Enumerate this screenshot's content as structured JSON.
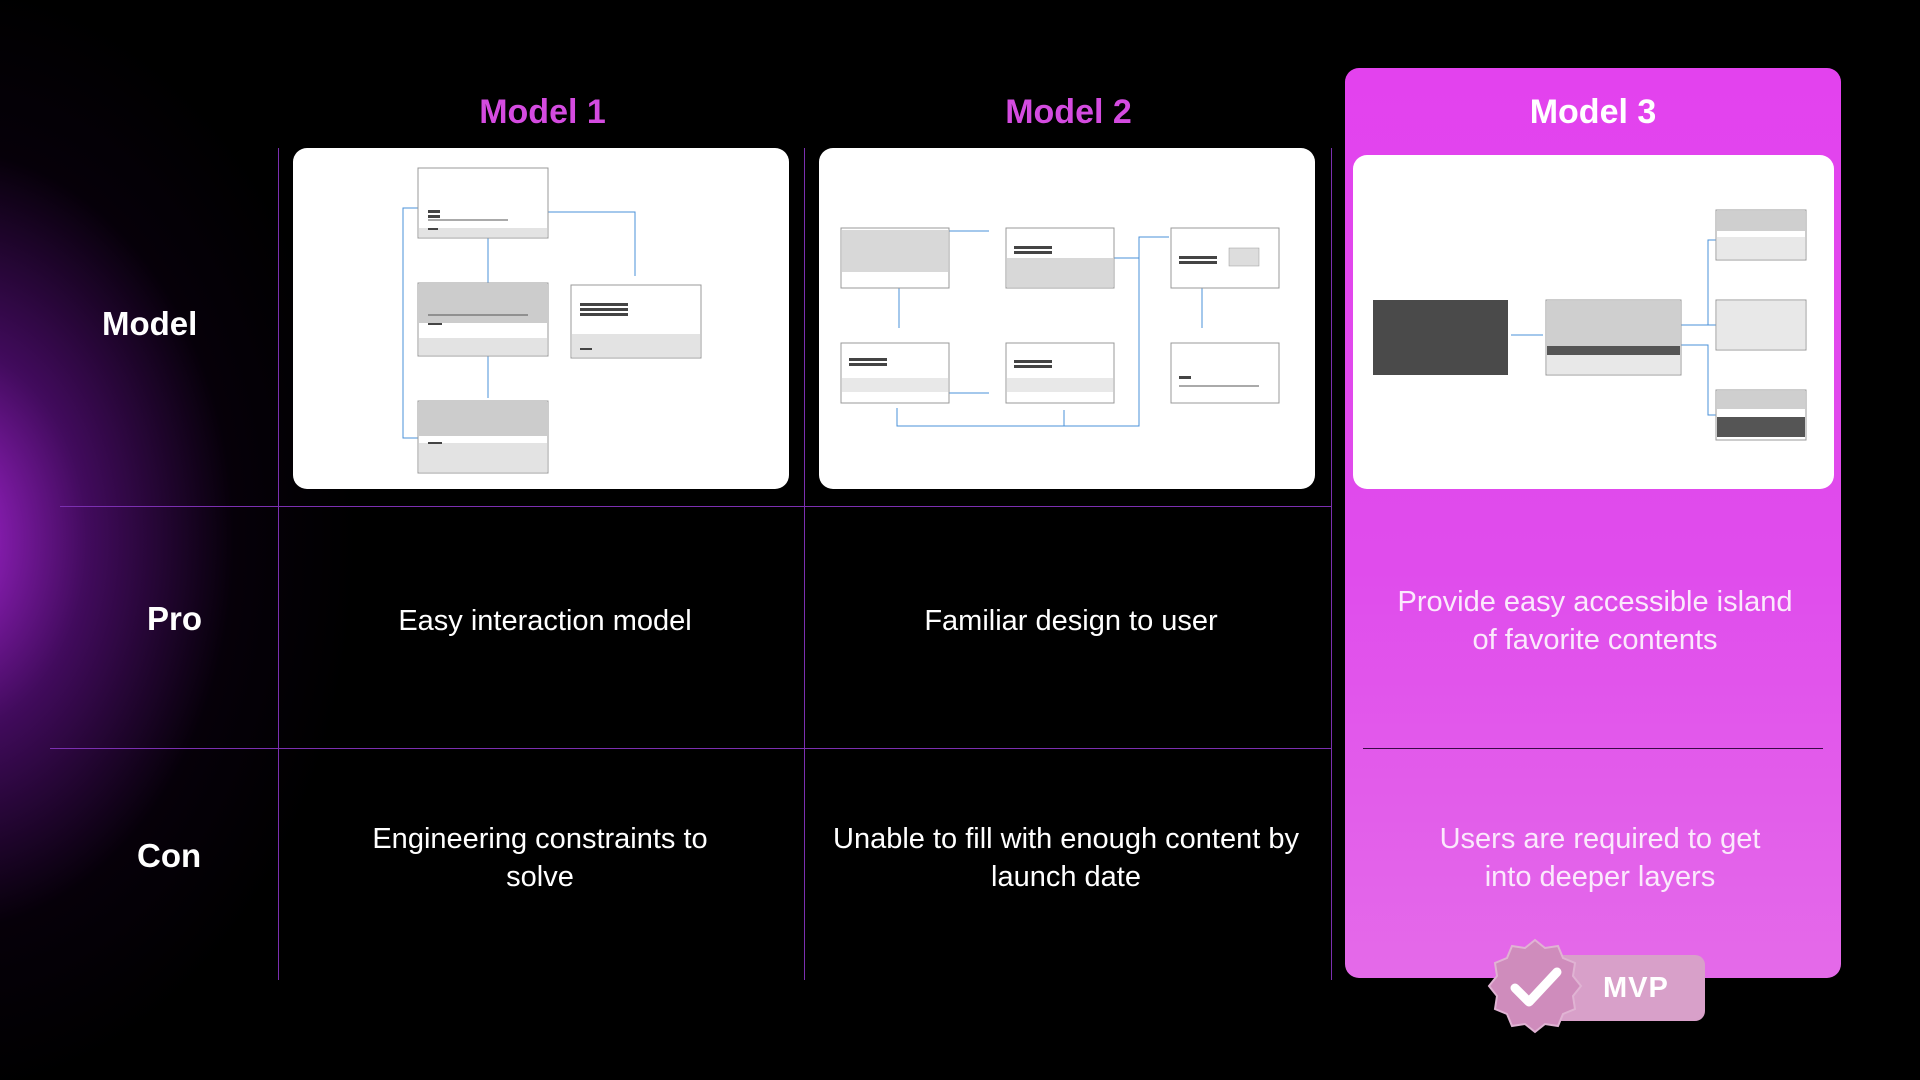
{
  "columns": [
    {
      "header": "Model 1"
    },
    {
      "header": "Model 2"
    },
    {
      "header": "Model 3"
    }
  ],
  "rows": [
    {
      "label": "Model"
    },
    {
      "label": "Pro"
    },
    {
      "label": "Con"
    }
  ],
  "pros": [
    "Easy interaction model",
    "Familiar design to user",
    "Provide easy accessible island of favorite contents"
  ],
  "cons": [
    "Engineering constraints to solve",
    "Unable to fill with enough content by launch date",
    "Users are required to get into deeper layers"
  ],
  "badge": {
    "label": "MVP"
  },
  "colors": {
    "accent": "#d44be0",
    "highlight": "#e342ee",
    "grid_line": "#7b2fb0",
    "badge": "#d8a0c9",
    "wire_blue": "#4a90d9"
  }
}
